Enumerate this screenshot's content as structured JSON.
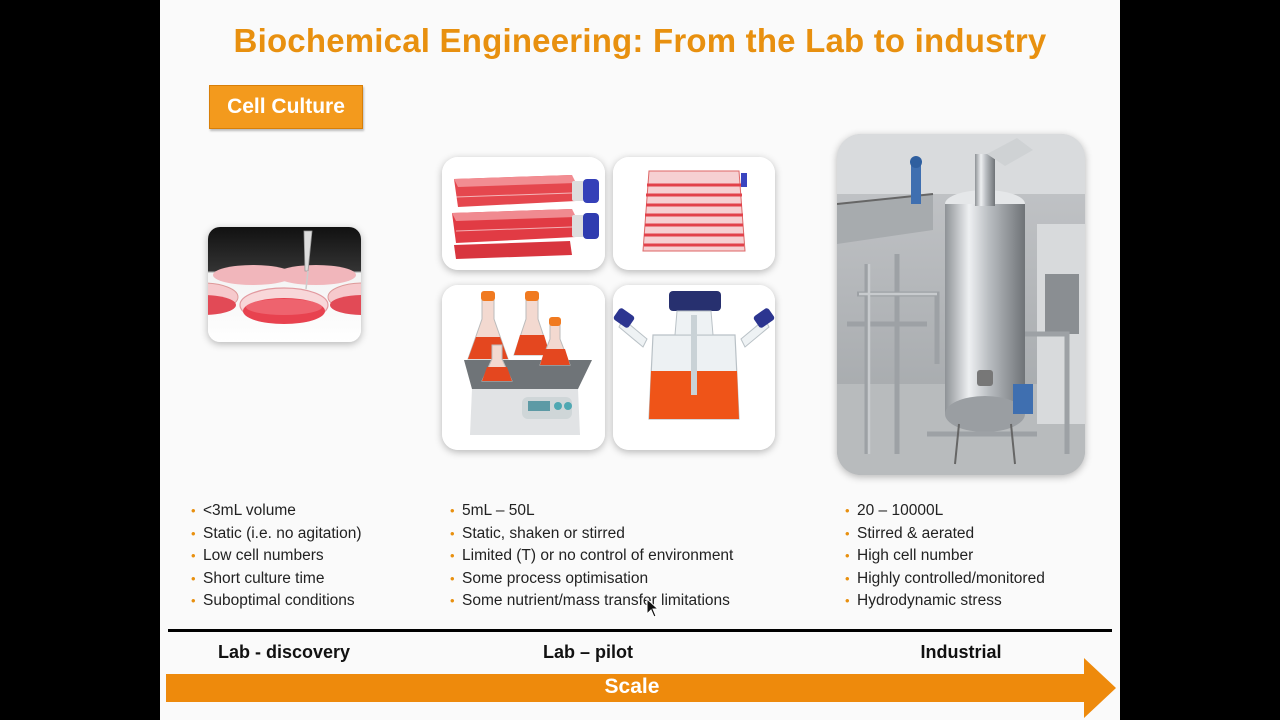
{
  "slide": {
    "title": "Biochemical Engineering: From the Lab to industry",
    "tag": "Cell Culture",
    "columns": [
      {
        "bullets": [
          "<3mL volume",
          "Static (i.e. no agitation)",
          "Low cell numbers",
          "Short culture time",
          "Suboptimal conditions"
        ]
      },
      {
        "bullets": [
          "5mL – 50L",
          "Static, shaken or stirred",
          "Limited (T) or no control of environment",
          "Some process optimisation",
          "Some nutrient/mass transfer limitations"
        ]
      },
      {
        "bullets": [
          "20 – 10000L",
          "Stirred & aerated",
          "High cell number",
          "Highly controlled/monitored",
          "Hydrodynamic stress"
        ]
      }
    ],
    "stages": [
      "Lab - discovery",
      "Lab – pilot",
      "Industrial"
    ],
    "scale_label": "Scale",
    "bullet_glyph": "•",
    "colors": {
      "accent": "#e8900f",
      "tag_bg": "#f39a1d",
      "arrow": "#ee8a0c"
    }
  }
}
